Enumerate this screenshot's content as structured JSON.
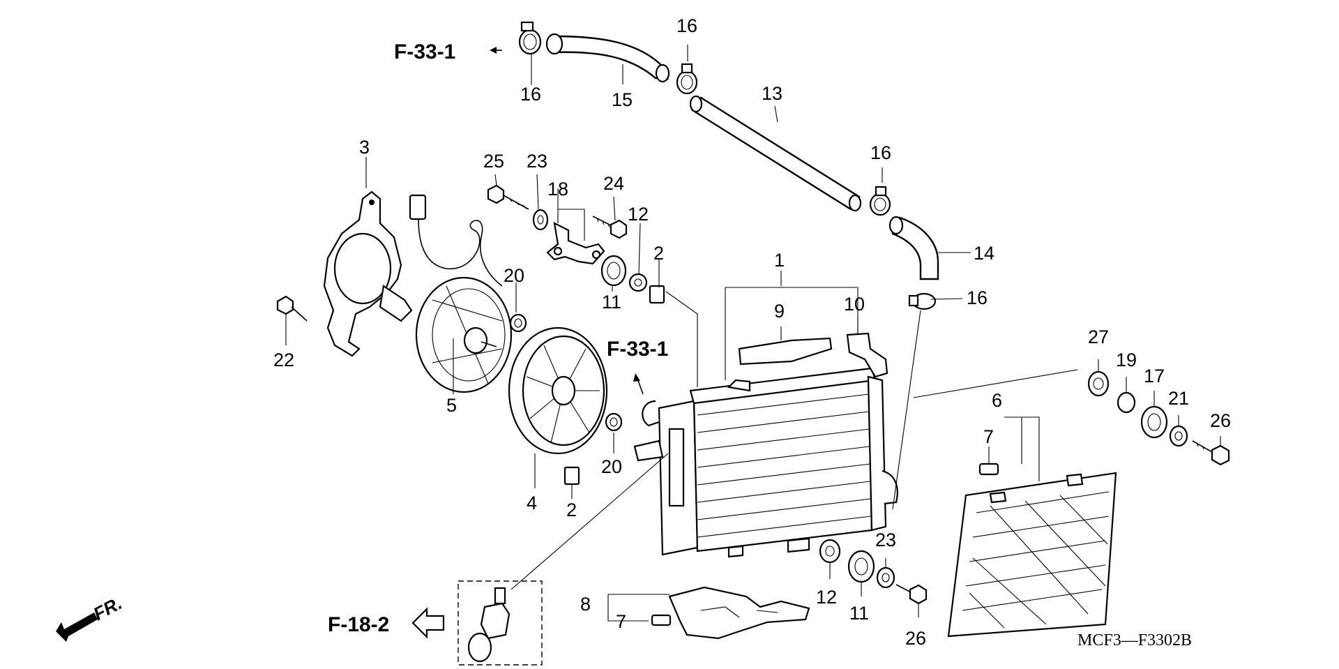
{
  "callouts": {
    "c1": "1",
    "c2a": "2",
    "c2b": "2",
    "c3": "3",
    "c4": "4",
    "c5": "5",
    "c6": "6",
    "c7a": "7",
    "c7b": "7",
    "c8": "8",
    "c9": "9",
    "c10": "10",
    "c11a": "11",
    "c11b": "11",
    "c12a": "12",
    "c12b": "12",
    "c13": "13",
    "c14": "14",
    "c15": "15",
    "c16a": "16",
    "c16b": "16",
    "c16c": "16",
    "c16d": "16",
    "c17": "17",
    "c18": "18",
    "c19": "19",
    "c20a": "20",
    "c20b": "20",
    "c21": "21",
    "c22": "22",
    "c23a": "23",
    "c23b": "23",
    "c24": "24",
    "c25": "25",
    "c26a": "26",
    "c26b": "26",
    "c27": "27"
  },
  "references": {
    "top": "F-33-1",
    "middle": "F-33-1",
    "bottom": "F-18-2",
    "front": "FR."
  },
  "drawing_code": "MCF3—F3302B"
}
